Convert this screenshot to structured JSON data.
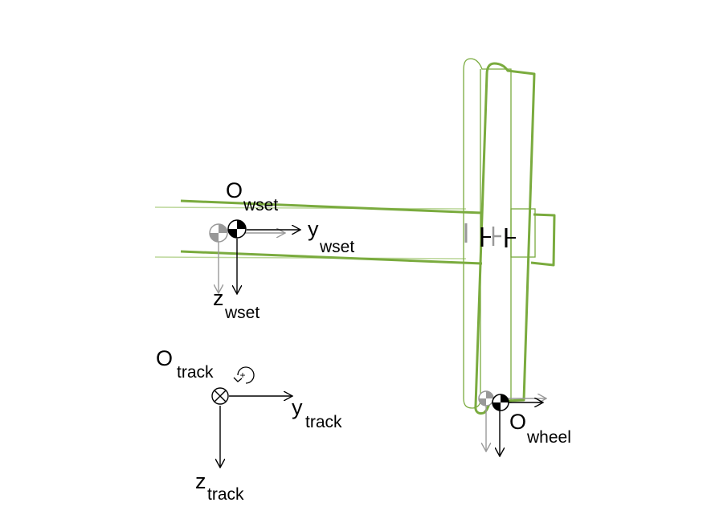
{
  "colors": {
    "green": "#7aab3e",
    "green_light": "#bcd79a",
    "black": "#000000",
    "gray": "#999999"
  },
  "labels": {
    "o_wset": {
      "main": "O",
      "sub": "wset"
    },
    "y_wset": {
      "main": "y",
      "sub": "wset"
    },
    "z_wset": {
      "main": "z",
      "sub": "wset"
    },
    "o_track": {
      "main": "O",
      "sub": "track"
    },
    "y_track": {
      "main": "y",
      "sub": "track"
    },
    "z_track": {
      "main": "z",
      "sub": "track"
    },
    "o_wheel": {
      "main": "O",
      "sub": "wheel"
    },
    "rotation_sign": "+"
  },
  "icons": {
    "cog_marker": "center-of-gravity-icon",
    "into_page": "axis-into-page-icon",
    "rotation": "positive-rotation-icon"
  }
}
